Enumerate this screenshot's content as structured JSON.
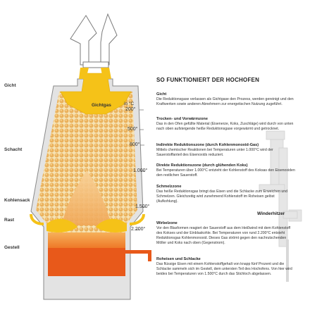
{
  "zones": {
    "gicht": "Gicht",
    "schacht": "Schacht",
    "kohlensack": "Kohlensack",
    "rast": "Rast",
    "gestell": "Gestell"
  },
  "gas_label": "Gichtgas",
  "temperature": {
    "unit": "in °C",
    "values": [
      "200°",
      "500°",
      "800°",
      "1.000°",
      "1.500°",
      "2.200°"
    ]
  },
  "title": "SO FUNKTIONIERT DER HOCHOFEN",
  "sections": [
    {
      "heading": "Gicht",
      "text": "Die Reduktionsgase verlassen als Gichtgase den Prozess, werden gereinigt und den Kraftwerken sowie anderen Abnehmern zur energetischen Nutzung zugeführt."
    },
    {
      "heading": "Trocken- und Vorwärmzone",
      "text": "Das in den Ofen gefüllte Material (Eisenerze, Koks, Zuschläge) wird durch von unten nach oben aufsteigende heiße Reduktionsgase vorgewärmt und getrocknet."
    },
    {
      "heading": "Indirekte Reduktionszone (durch Kohlenmonoxid-Gas)",
      "text": "Mittels chemischer Reaktionen bei Temperaturen unter 1.000°C wird der Sauerstoffanteil des Eisenoxids reduziert."
    },
    {
      "heading": "Direkte Reduktionszone (durch glühenden Koks)",
      "text": "Bei Temperaturen über 1.000°C entzieht der Kohlenstoff des Koksas den Eisenoxiden den restlichen Sauerstoff."
    },
    {
      "heading": "Schmelzzone",
      "text": "Das heiße Reduktionsgas bringt das Eisen und die Schlacke zum Erweichen und Schmelzen. Gleichzeitig wird zunehmend Kohlenstoff im Roheisen gelöst (Aufkohlung)."
    },
    {
      "heading": "Wirbelzone",
      "text": "Vor den Blasformen reagiert der Sauerstoff aus dem Heißwind mit dem Kohlenstoff des Kokses und der Einblaskohle. Bei Temperaturen von rund 2.200°C entsteht Reduktionsgas Kohlenmonoxid. Dieses Gas strömt gegen den nachrutschenden Möller und Koks nach oben (Gegenstrom)."
    },
    {
      "heading": "Roheisen und Schlacke",
      "text": "Das flüssige Eisen mit einem Kohlenstoffgehalt von knapp fünf Prozent und die Schlacke sammeln sich im Gestell, dem untersten Teil des Hochofens. Von hier wird beides bei Temperaturen von 1.500°C durch das Stichloch abgelassen."
    }
  ],
  "winderhitzer": "Winderhitzer",
  "colors": {
    "gas": "#f5c218",
    "burden": "#f4d89a",
    "pellet": "#e9a94c",
    "cohesive": "#f1b56f",
    "hot": "#f07c1e",
    "iron": "#e8591a",
    "furnace_outline": "#7a7a7a",
    "shell": "#dedede",
    "stove": "#e6e6e6"
  }
}
